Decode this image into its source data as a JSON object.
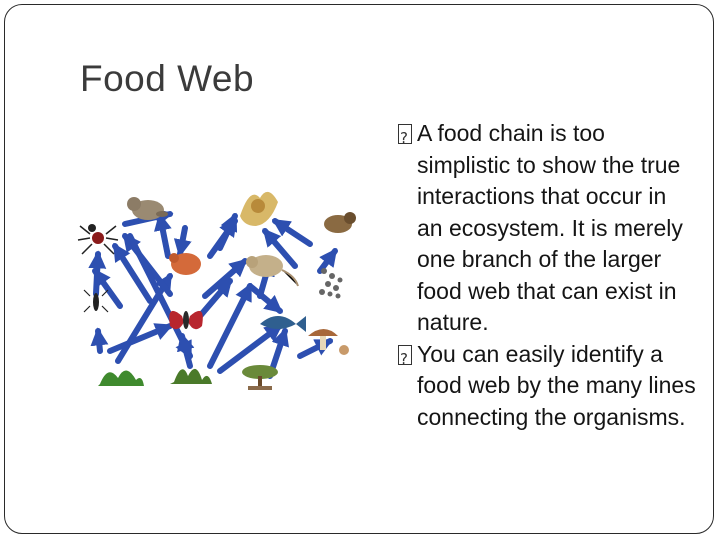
{
  "slide": {
    "title": "Food Web",
    "bullets": [
      {
        "text": "A food chain is too simplistic to show the true interactions that occur in an ecosystem. It is merely one branch of the larger food web that can exist in nature."
      },
      {
        "text": "You can easily identify a food web by the many lines connecting the organisms."
      }
    ]
  },
  "figure": {
    "organisms": [
      "spider-icon",
      "rodent-icon",
      "owl-icon",
      "bird-icon",
      "chipmunk-icon",
      "mouse-icon",
      "snail-cluster-icon",
      "insect-icon",
      "moth-icon",
      "fish-icon",
      "mushroom-icon",
      "shrub-icon",
      "plant-icon",
      "bonsai-icon"
    ],
    "arrow_color": "#2d4fb0"
  }
}
